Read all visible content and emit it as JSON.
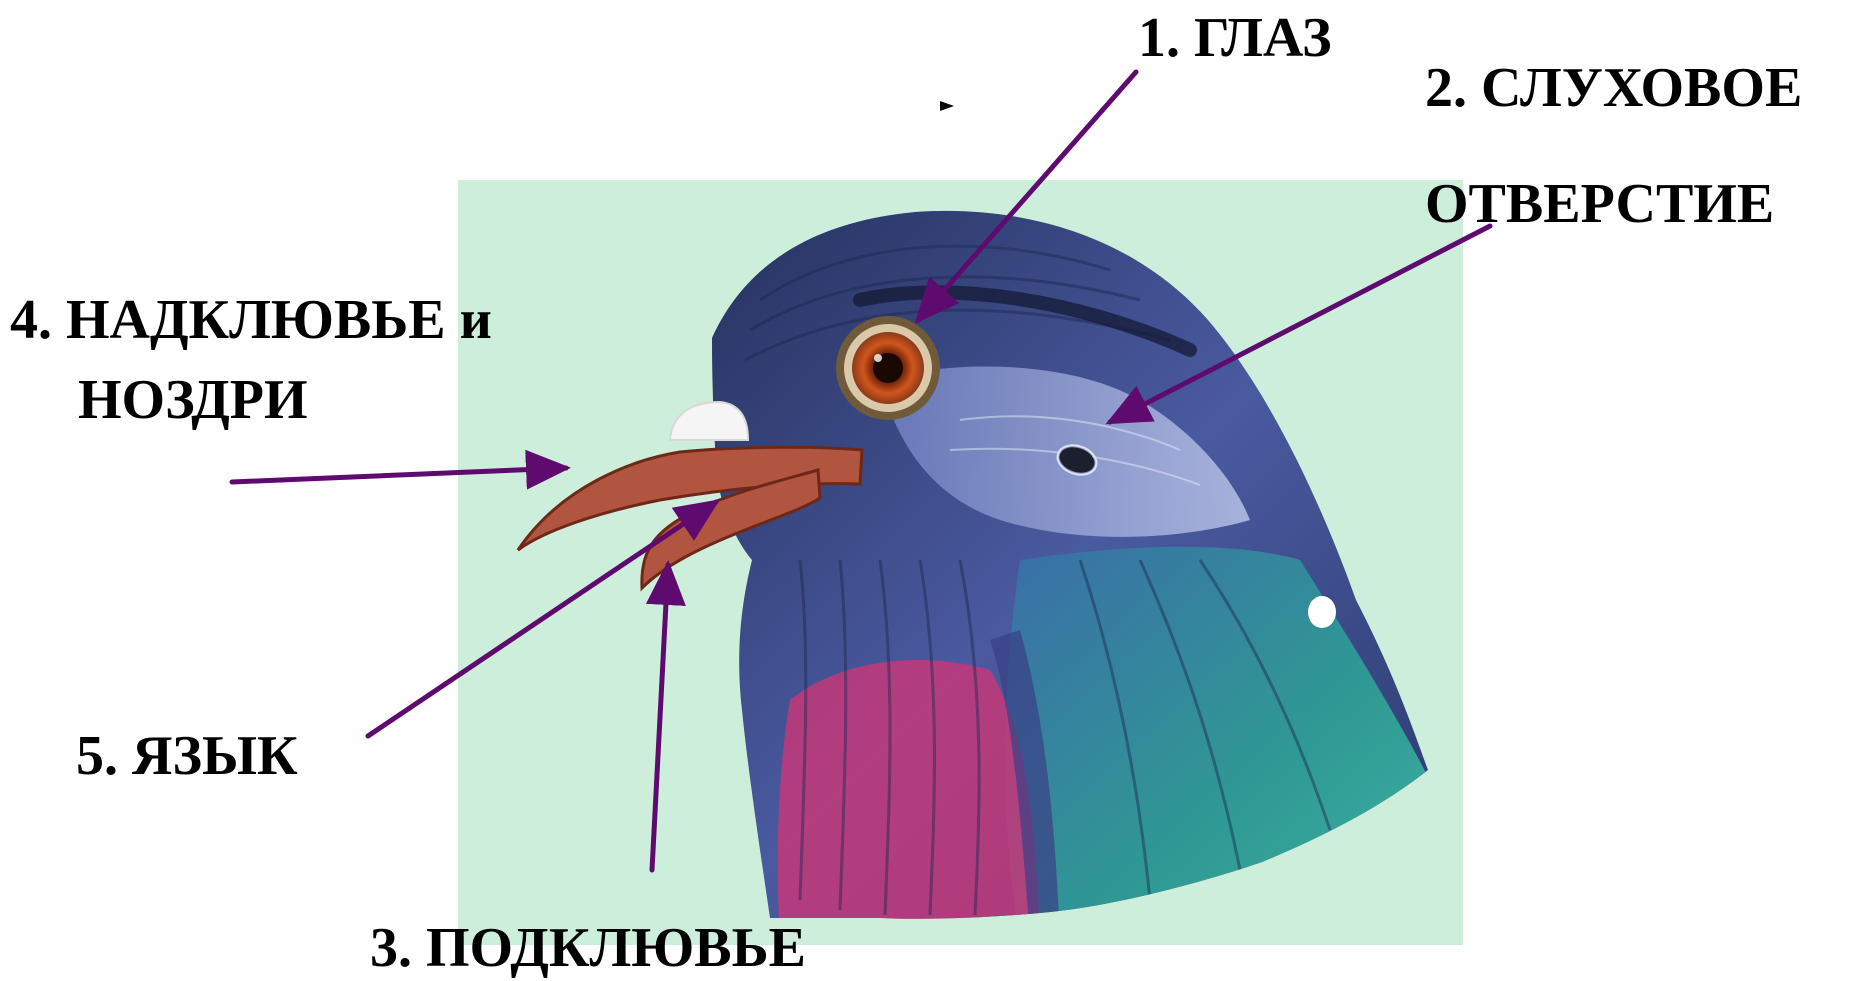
{
  "labels": {
    "eye": "1. ГЛАЗ",
    "ear_line1": "2. СЛУХОВОЕ",
    "ear_line2": "ОТВЕРСТИЕ",
    "lower_beak": "3. ПОДКЛЮВЬЕ",
    "upper_beak_line1": "4. НАДКЛЮВЬЕ и",
    "upper_beak_line2": "НОЗДРИ",
    "tongue": "5. ЯЗЫК"
  },
  "colors": {
    "background_panel": "#cdeedb",
    "arrow": "#5e0a6e",
    "head_dark": "#2c3b6e",
    "head_mid": "#4a5aa0",
    "neck_teal": "#2f9a93",
    "neck_pink": "#c0397a",
    "beak": "#b25540",
    "eye_iris": "#d2561c"
  }
}
